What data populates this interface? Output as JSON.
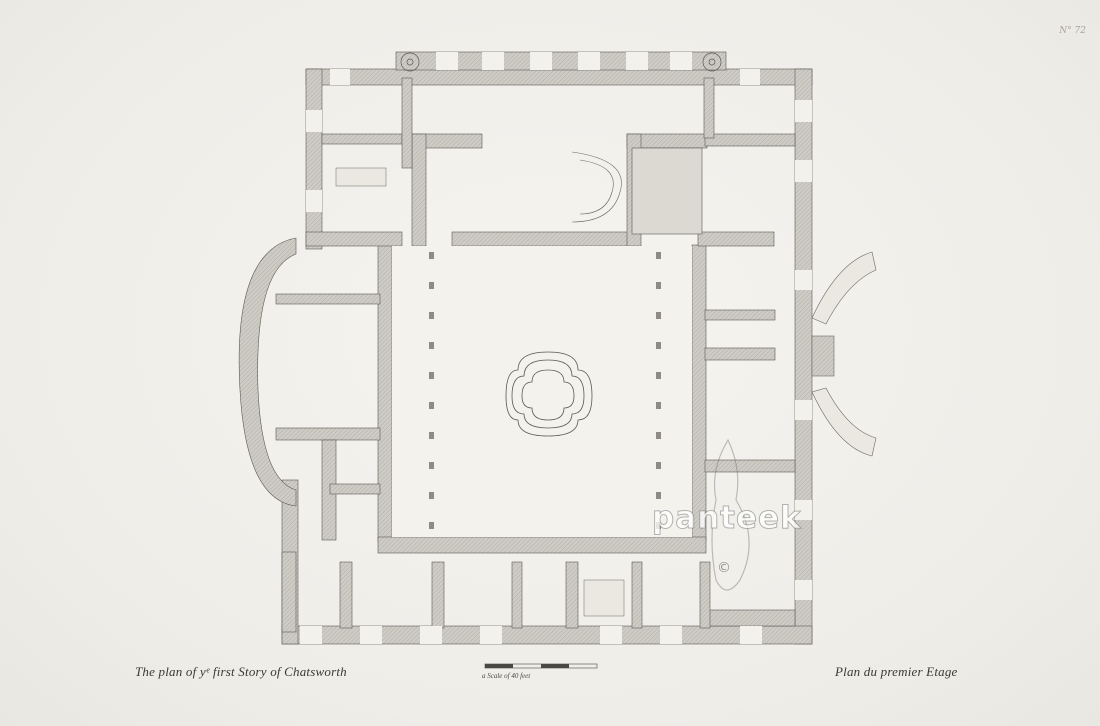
{
  "plate_number": "N° 72",
  "caption_english": "The plan of yᵉ first Story of Chatsworth",
  "scale_text": "a Scale of 40 feet",
  "caption_french": "Plan du premier Etage",
  "watermark_text": "panteek",
  "watermark_symbol": "©",
  "colors": {
    "paper": "#f1efea",
    "wall": "#c6c3bd",
    "ink": "#4a4843"
  }
}
